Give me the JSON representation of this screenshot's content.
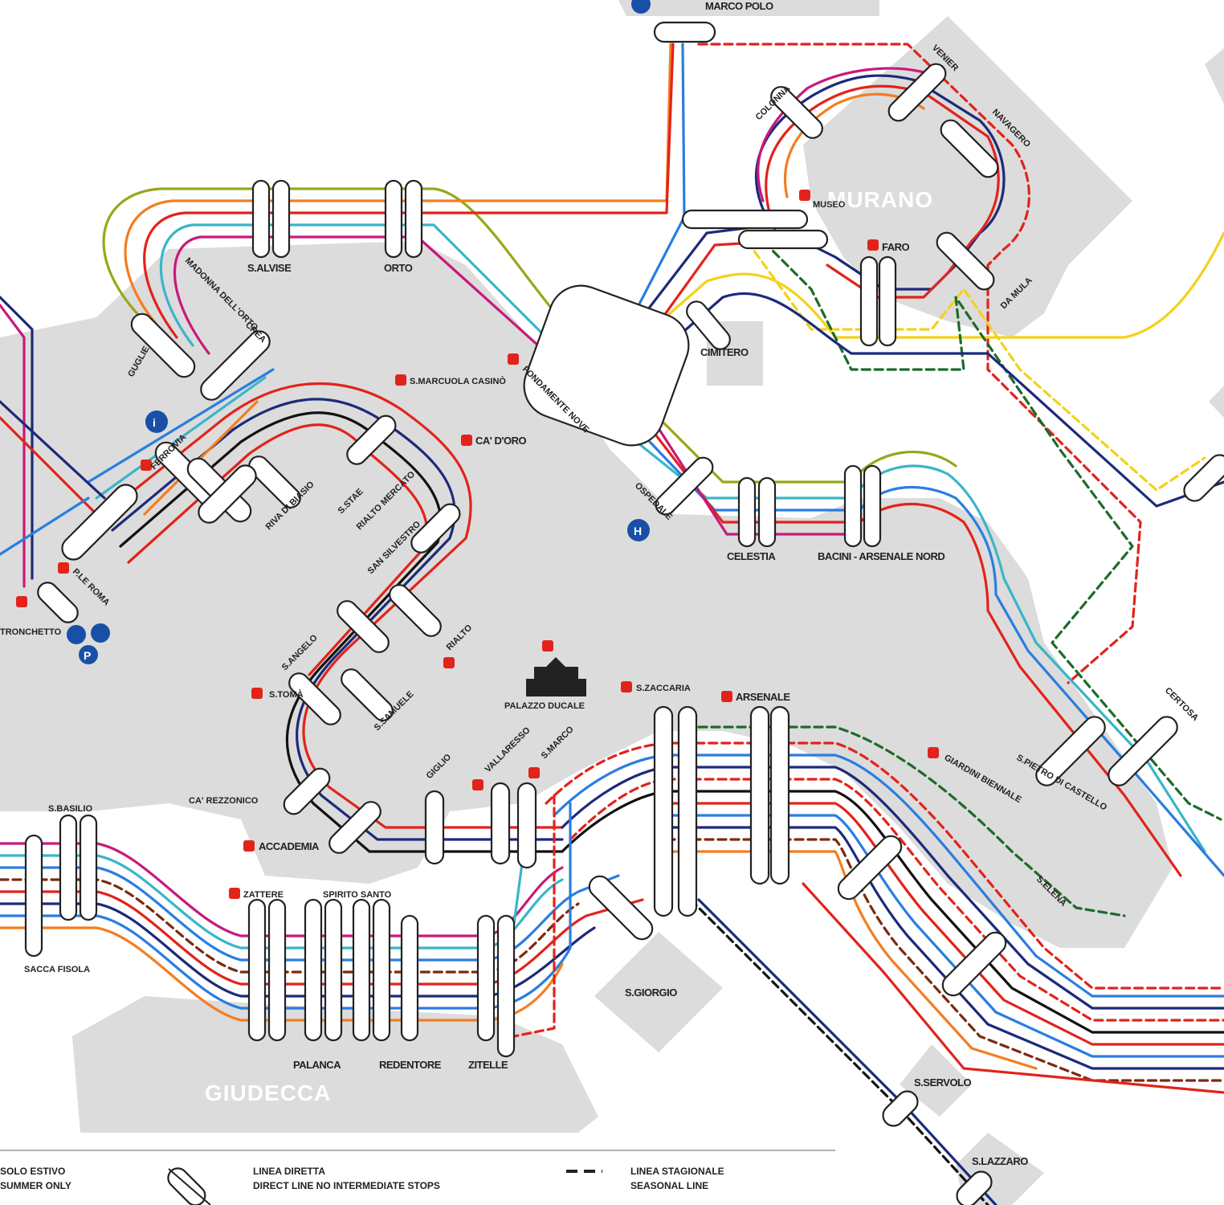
{
  "islands": {
    "murano": "MURANO",
    "giudecca": "GIUDECCA"
  },
  "stops": {
    "marco_polo": "MARCO POLO",
    "s_alvise": "S.ALVISE",
    "orto": "ORTO",
    "colonna": "COLONNA",
    "venier": "VENIER",
    "navagero": "NAVAGERO",
    "faro": "FARO",
    "da_mula": "DA MULA",
    "museo": "MUSEO",
    "cimitero": "CIMITERO",
    "s_marcuola": "S.MARCUOLA CASINÒ",
    "ca_doro": "CA' D'ORO",
    "fondamente_nove": "FONDAMENTE NOVE",
    "s_stae": "S.STAE",
    "rialto": "RIALTO",
    "ospedale": "OSPEDALE",
    "celestia": "CELESTIA",
    "bacini": "BACINI - ARSENALE NORD",
    "s_toma": "S.TOMÀ",
    "s_samuele": "S.SAMUELE",
    "ca_rezzonico": "CA' REZZONICO",
    "accademia": "ACCADEMIA",
    "giglio": "GIGLIO",
    "vallaresso": "VALLARESSO",
    "s_marco": "S.MARCO",
    "palazzo_ducale": "PALAZZO DUCALE",
    "s_zaccaria": "S.ZACCARIA",
    "arsenale": "ARSENALE",
    "giardini": "GIARDINI BIENNALE",
    "s_elena": "S.ELENA",
    "certosa": "CERTOSA",
    "s_pietro": "S.PIETRO DI CASTELLO",
    "zattere": "ZATTERE",
    "spirito_santo": "SPIRITO SANTO",
    "s_basilio": "S.BASILIO",
    "sacca_fisola": "SACCA FISOLA",
    "palanca": "PALANCA",
    "redentore": "REDENTORE",
    "zitelle": "ZITELLE",
    "s_giorgio": "S.GIORGIO",
    "s_servolo": "S.SERVOLO",
    "s_lazzaro": "S.LAZZARO",
    "ferrovia": "FERROVIA",
    "piazzale_roma": "P.LE ROMA",
    "tronchetto": "TRONCHETTO",
    "guglie": "GUGLIE",
    "crea": "CREA",
    "madonna_orto": "MADONNA DELL'ORTO",
    "riva_biasio": "RIVA DI BIASIO",
    "s_angelo": "S.ANGELO",
    "san_silvestro": "SAN SILVESTRO",
    "rialto_mercato": "RIALTO MERCATO"
  },
  "legend": {
    "item1_line1": "SOLO ESTIVO",
    "item1_line2": "SUMMER ONLY",
    "item2_line1": "LINEA DIRETTA",
    "item2_line2": "DIRECT LINE NO INTERMEDIATE STOPS",
    "item3_line1": "LINEA STAGIONALE",
    "item3_line2": "SEASONAL LINE"
  },
  "colors": {
    "land": "#dcdcdc",
    "red": "#e2231a",
    "orange": "#f47d20",
    "magenta": "#c8197a",
    "navy": "#1c2a7a",
    "cyan": "#3ab5c8",
    "blue": "#2a7de1",
    "black": "#111111",
    "yellow": "#f2d21b",
    "olive": "#9aa61a",
    "darkgreen": "#1c6b2a",
    "brown": "#7a2a10"
  }
}
